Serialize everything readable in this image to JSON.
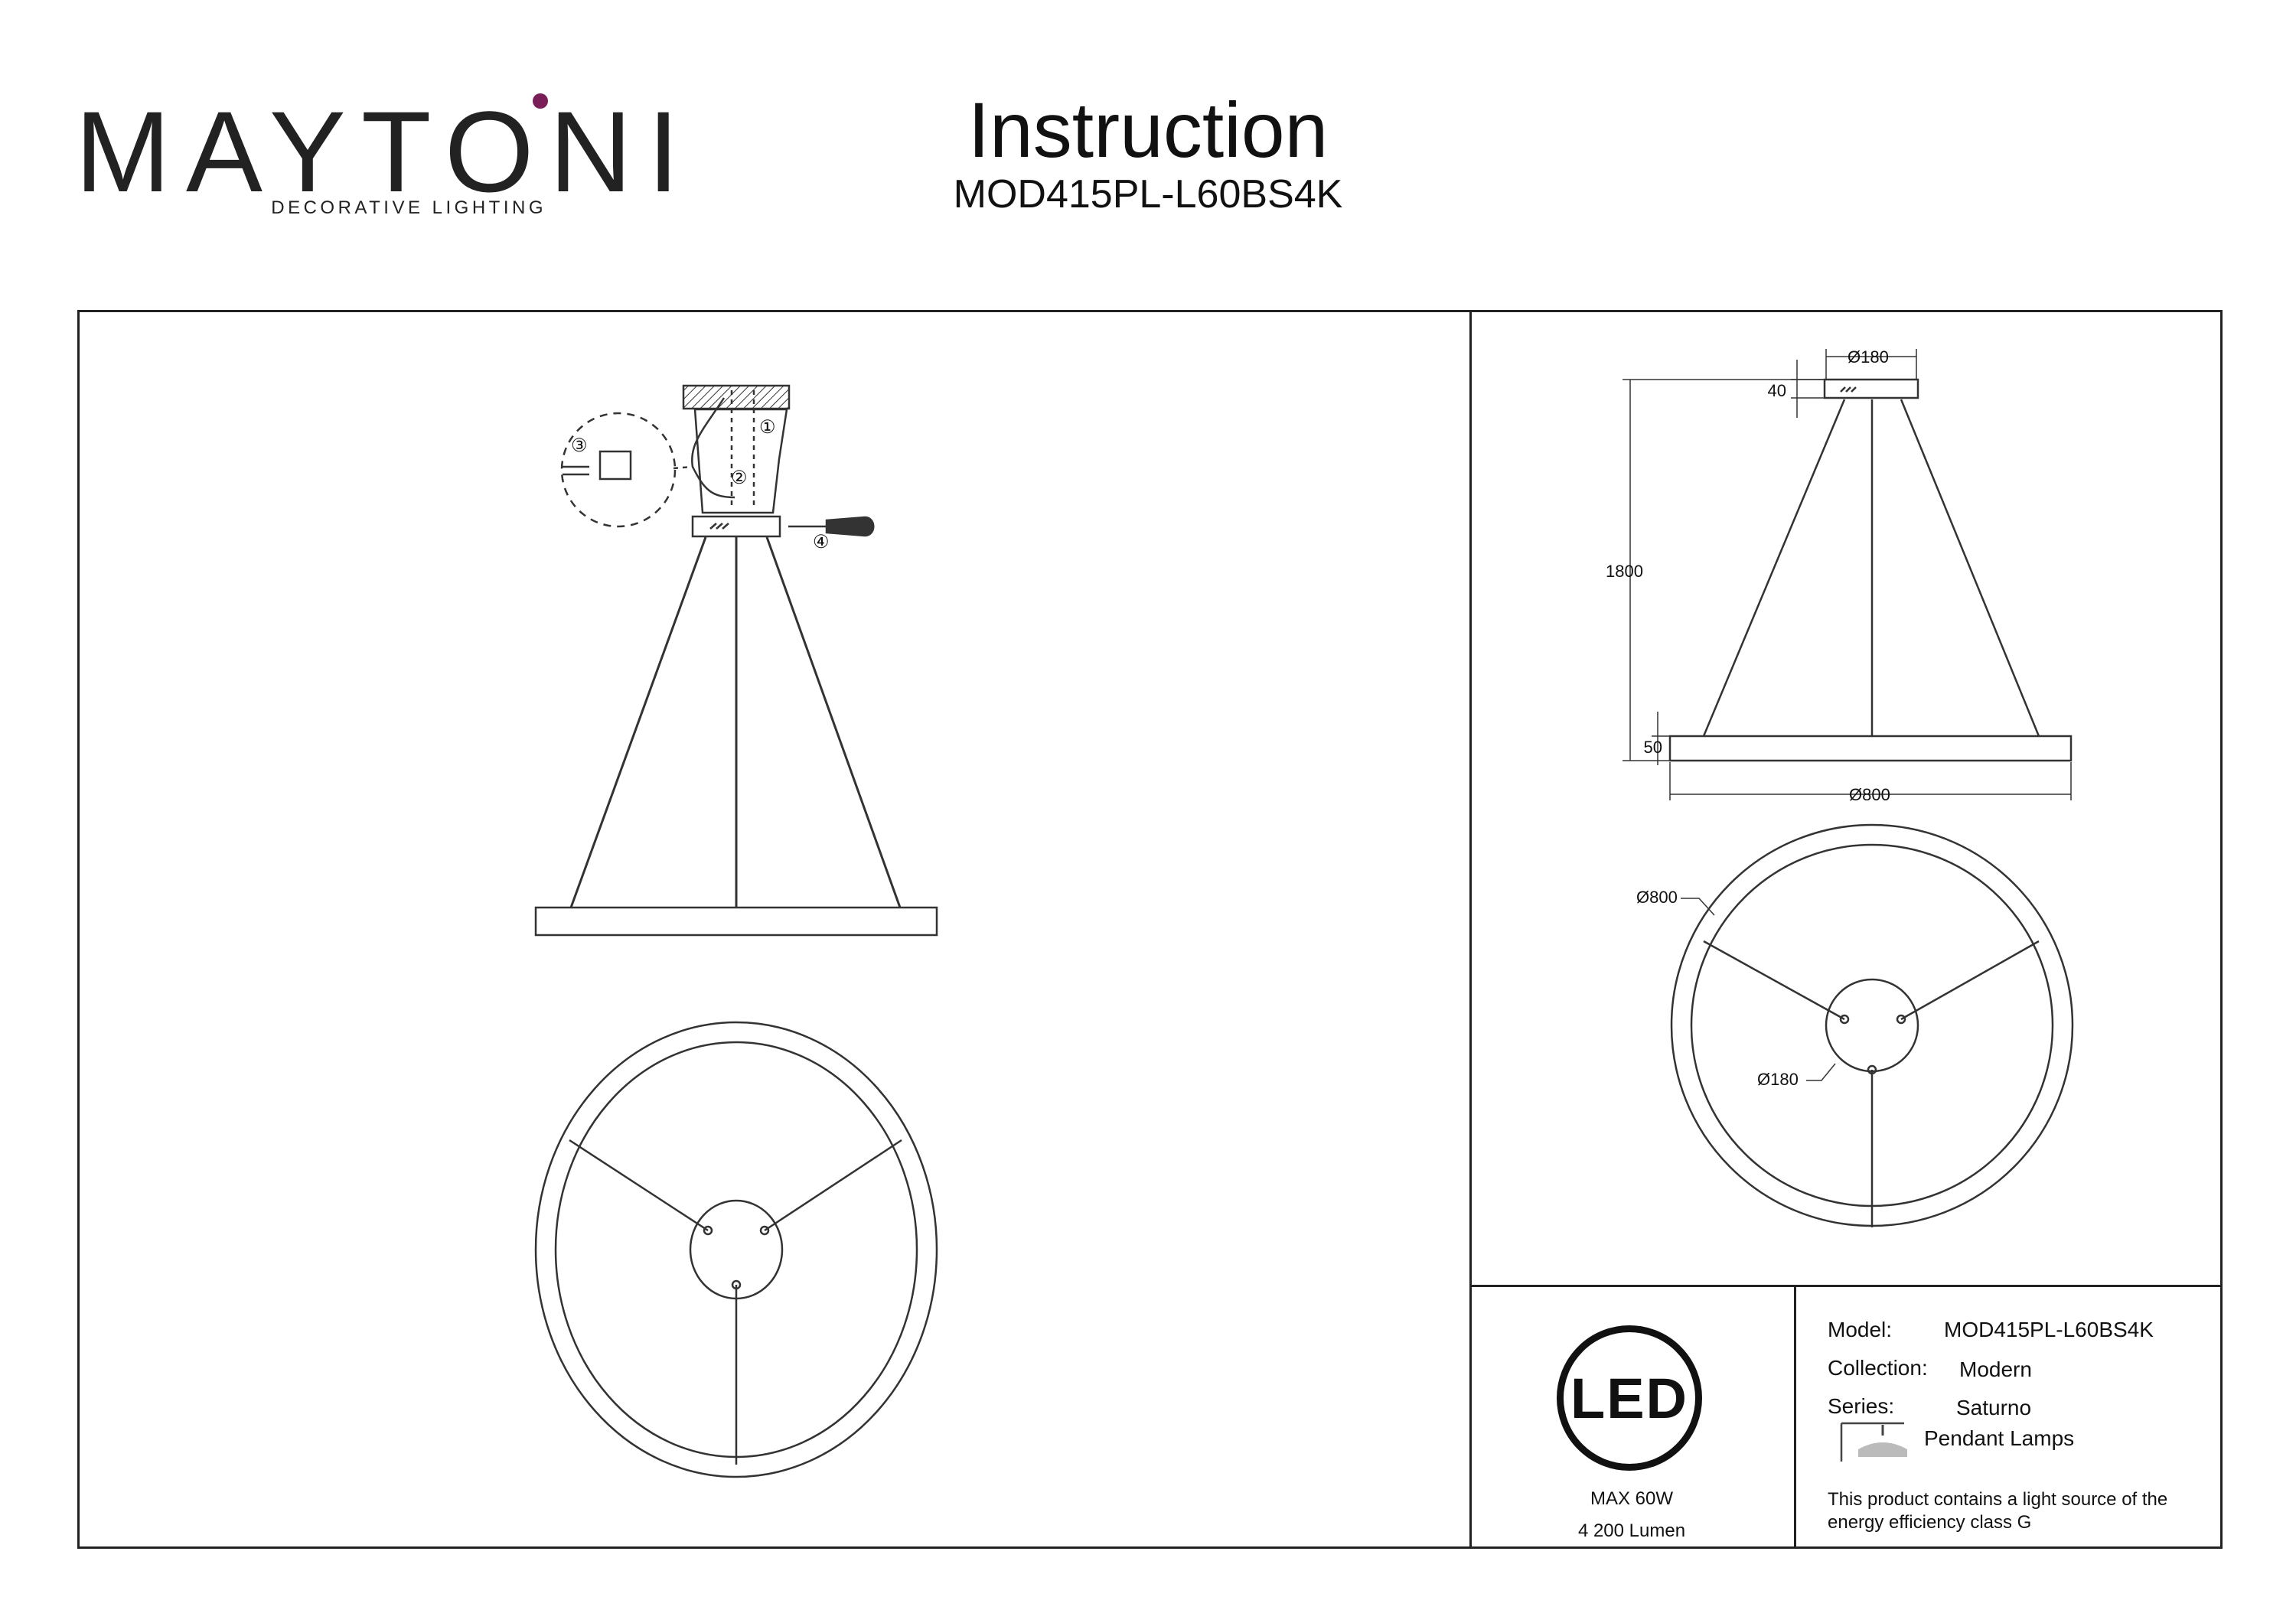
{
  "brand": {
    "logo_text": "MAYTONI",
    "tagline": "DECORATIVE LIGHTING",
    "accent_color": "#7a1e5a"
  },
  "header": {
    "title": "Instruction",
    "model_code": "MOD415PL-L60BS4K"
  },
  "assembly_steps": [
    "①",
    "②",
    "③",
    "④"
  ],
  "dimensions": {
    "canopy_diameter": "Ø180",
    "canopy_height": "40",
    "total_height": "1800",
    "ring_height": "50",
    "ring_diameter": "Ø800",
    "plan_ring_diameter": "Ø800",
    "plan_canopy_diameter": "Ø180"
  },
  "power": {
    "badge": "LED",
    "max_power": "MAX 60W",
    "luminous_flux": "4 200 Lumen"
  },
  "specs": {
    "model_label": "Model:",
    "model_value": "MOD415PL-L60BS4K",
    "collection_label": "Collection:",
    "collection_value": "Modern",
    "series_label": "Series:",
    "series_value": "Saturno",
    "type_value": "Pendant Lamps",
    "energy_note": "This product contains a light source of the energy efficiency class G"
  }
}
